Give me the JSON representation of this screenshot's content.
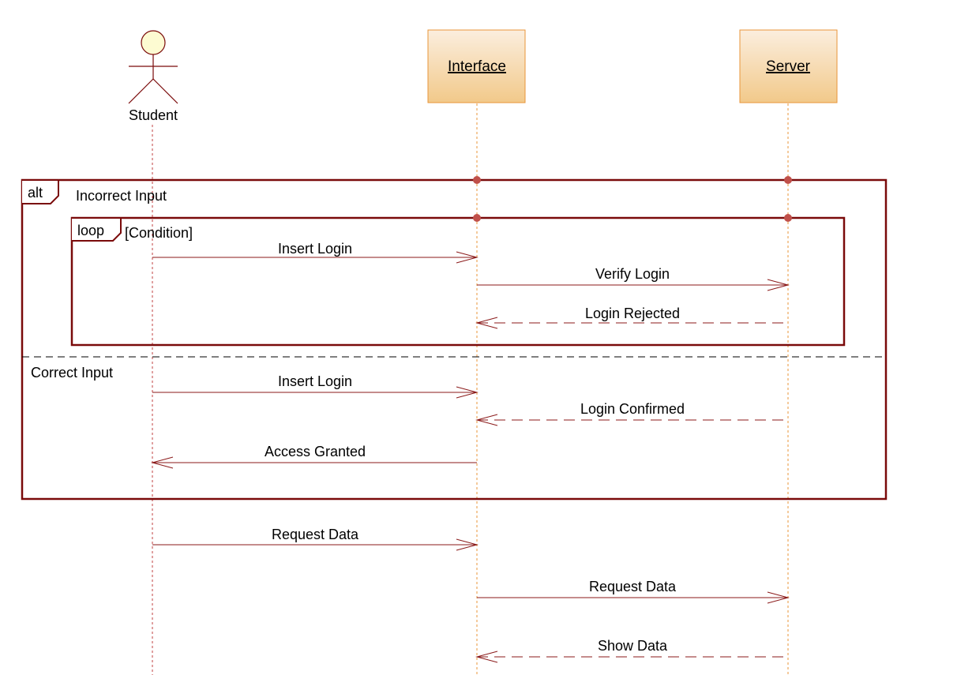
{
  "participants": {
    "student": {
      "label": "Student",
      "kind": "actor"
    },
    "interface": {
      "label": "Interface",
      "kind": "object"
    },
    "server": {
      "label": "Server",
      "kind": "object"
    }
  },
  "fragments": {
    "alt": {
      "tag": "alt",
      "operand1_guard": "Incorrect Input",
      "operand2_guard": "Correct Input"
    },
    "loop": {
      "tag": "loop",
      "guard": "[Condition]"
    }
  },
  "messages": [
    {
      "label": "Insert Login",
      "from": "student",
      "to": "interface",
      "style": "sync"
    },
    {
      "label": "Verify Login",
      "from": "interface",
      "to": "server",
      "style": "sync"
    },
    {
      "label": "Login Rejected",
      "from": "server",
      "to": "interface",
      "style": "return"
    },
    {
      "label": "Insert Login",
      "from": "student",
      "to": "interface",
      "style": "sync"
    },
    {
      "label": "Login Confirmed",
      "from": "server",
      "to": "interface",
      "style": "return"
    },
    {
      "label": "Access Granted",
      "from": "interface",
      "to": "student",
      "style": "sync"
    },
    {
      "label": "Request Data",
      "from": "student",
      "to": "interface",
      "style": "sync"
    },
    {
      "label": "Request Data",
      "from": "interface",
      "to": "server",
      "style": "sync"
    },
    {
      "label": "Show Data",
      "from": "server",
      "to": "interface",
      "style": "return"
    }
  ],
  "colors": {
    "frame": "#7a0a0a",
    "message": "#8b1a1a",
    "lifeline": "#e8953a",
    "object_fill_top": "#fbeede",
    "object_fill_bottom": "#f2c98a",
    "object_border": "#e8953a",
    "actor_head": "#fdfbd2"
  }
}
